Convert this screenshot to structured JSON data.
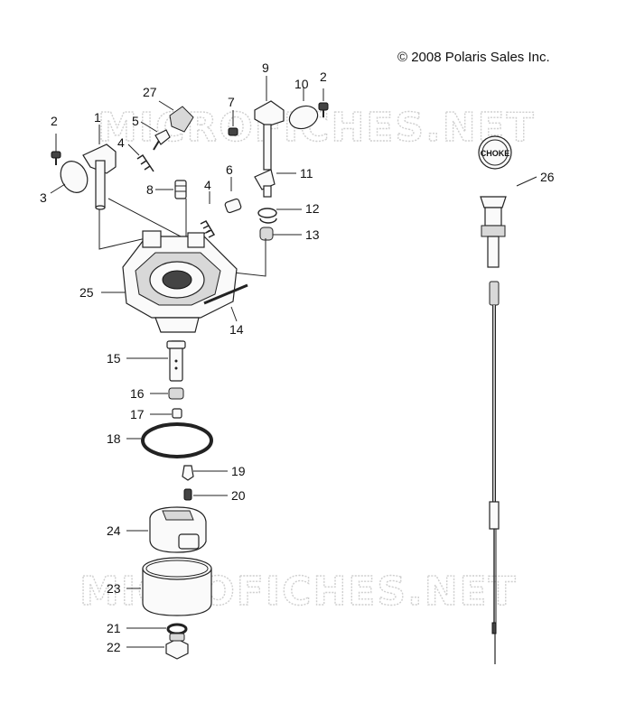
{
  "copyright": "© 2008 Polaris Sales Inc.",
  "watermark": "MICROFICHES.NET",
  "choke_label": "CHOKE",
  "callouts": [
    {
      "id": "c-2a",
      "text": "2"
    },
    {
      "id": "c-1",
      "text": "1"
    },
    {
      "id": "c-3",
      "text": "3"
    },
    {
      "id": "c-27",
      "text": "27"
    },
    {
      "id": "c-5",
      "text": "5"
    },
    {
      "id": "c-4a",
      "text": "4"
    },
    {
      "id": "c-8",
      "text": "8"
    },
    {
      "id": "c-9",
      "text": "9"
    },
    {
      "id": "c-7",
      "text": "7"
    },
    {
      "id": "c-10",
      "text": "10"
    },
    {
      "id": "c-2b",
      "text": "2"
    },
    {
      "id": "c-6",
      "text": "6"
    },
    {
      "id": "c-4b",
      "text": "4"
    },
    {
      "id": "c-11",
      "text": "11"
    },
    {
      "id": "c-12",
      "text": "12"
    },
    {
      "id": "c-13",
      "text": "13"
    },
    {
      "id": "c-25",
      "text": "25"
    },
    {
      "id": "c-14",
      "text": "14"
    },
    {
      "id": "c-15",
      "text": "15"
    },
    {
      "id": "c-16",
      "text": "16"
    },
    {
      "id": "c-17",
      "text": "17"
    },
    {
      "id": "c-18",
      "text": "18"
    },
    {
      "id": "c-19",
      "text": "19"
    },
    {
      "id": "c-20",
      "text": "20"
    },
    {
      "id": "c-24",
      "text": "24"
    },
    {
      "id": "c-23",
      "text": "23"
    },
    {
      "id": "c-21",
      "text": "21"
    },
    {
      "id": "c-22",
      "text": "22"
    },
    {
      "id": "c-26",
      "text": "26"
    }
  ]
}
